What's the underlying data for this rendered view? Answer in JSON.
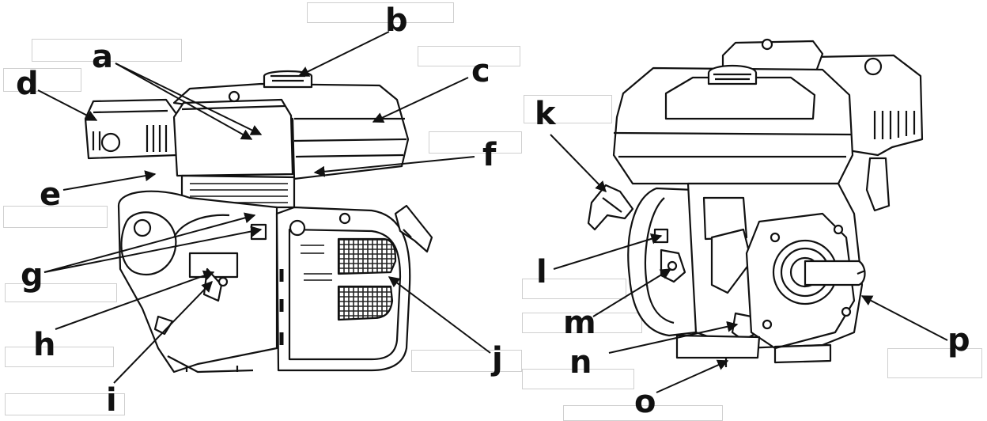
{
  "labels": {
    "a": "a",
    "b": "b",
    "c": "c",
    "d": "d",
    "e": "e",
    "f": "f",
    "g": "g",
    "h": "h",
    "i": "i",
    "j": "j",
    "k": "k",
    "l": "l",
    "m": "m",
    "n": "n",
    "o": "o",
    "p": "p"
  },
  "colors": {
    "ink": "#111111",
    "box_border": "#cfcfcf"
  }
}
